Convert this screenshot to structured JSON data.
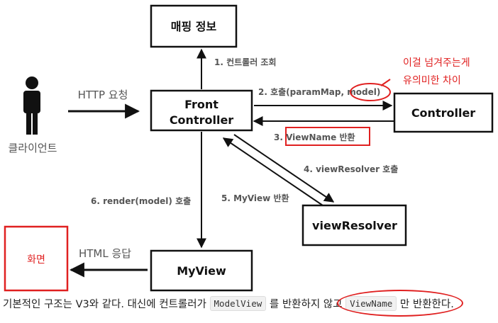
{
  "boxes": {
    "mapping": "매핑 정보",
    "front_line1": "Front",
    "front_line2": "Controller",
    "controller": "Controller",
    "view_resolver": "viewResolver",
    "myview": "MyView",
    "screen": "화면"
  },
  "client_label": "클라이언트",
  "arrows": {
    "http_request": "HTTP 요청",
    "step1": "1. 컨트롤러 조회",
    "step2_prefix": "2. 호출(paramMap, ",
    "step2_model": "model)",
    "step3_num": "3. ",
    "step3_viewname": "ViewName",
    "step3_suffix": " 반환",
    "step4": "4. viewResolver 호출",
    "step5": "5. MyView 반환",
    "step6": "6. render(model) 호출",
    "html_response": "HTML 응답"
  },
  "annotation": {
    "line1": "이걸 넘겨주는게",
    "line2": "유의미한 차이"
  },
  "caption": {
    "part1": "기본적인 구조는 V3와 같다. 대신에 컨트롤러가 ",
    "code1": "ModelView",
    "part2": " 를 반환하지 않고 ",
    "code2": "ViewName",
    "part3": " 만 반환한다."
  },
  "colors": {
    "annotation_red": "#e02020",
    "line": "#111111",
    "label_gray": "#555555"
  }
}
